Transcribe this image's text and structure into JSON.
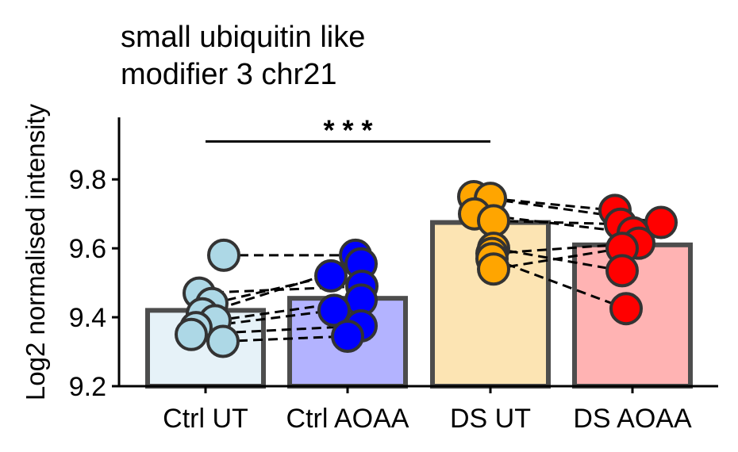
{
  "title_line1": "small ubiquitin like",
  "title_line2": "modifier 3 chr21",
  "chart_data": {
    "type": "bar",
    "title": "small ubiquitin like modifier 3 chr21",
    "xlabel": "",
    "ylabel": "Log2 normalised intensity",
    "ylim": [
      9.2,
      9.98
    ],
    "yticks": [
      9.2,
      9.4,
      9.6,
      9.8
    ],
    "ytick_labels": [
      "9.2",
      "9.4",
      "9.6",
      "9.8"
    ],
    "categories": [
      "Ctrl UT",
      "Ctrl AOAA",
      "DS UT",
      "DS AOAA"
    ],
    "values": [
      9.42,
      9.455,
      9.675,
      9.61
    ],
    "bar_fill": [
      "#e6f2f8",
      "#b3b3ff",
      "#fce4b3",
      "#ffb3b3"
    ],
    "bar_edge": "#4d4d4d",
    "point_fill": [
      "#add8e6",
      "#0000ff",
      "#ffa500",
      "#ff0000"
    ],
    "points": [
      [
        9.58,
        9.47,
        9.44,
        9.41,
        9.39,
        9.37,
        9.35,
        9.33
      ],
      [
        9.58,
        9.555,
        9.52,
        9.49,
        9.45,
        9.42,
        9.375,
        9.345
      ],
      [
        9.75,
        9.745,
        9.7,
        9.68,
        9.6,
        9.585,
        9.57,
        9.54
      ],
      [
        9.71,
        9.675,
        9.67,
        9.645,
        9.615,
        9.6,
        9.535,
        9.425
      ]
    ],
    "pairs_ctrl": [
      [
        9.58,
        9.58
      ],
      [
        9.47,
        9.49
      ],
      [
        9.44,
        9.52
      ],
      [
        9.41,
        9.555
      ],
      [
        9.39,
        9.45
      ],
      [
        9.37,
        9.42
      ],
      [
        9.35,
        9.375
      ],
      [
        9.33,
        9.345
      ]
    ],
    "pairs_ds": [
      [
        9.75,
        9.675
      ],
      [
        9.745,
        9.71
      ],
      [
        9.7,
        9.645
      ],
      [
        9.68,
        9.67
      ],
      [
        9.6,
        9.535
      ],
      [
        9.585,
        9.615
      ],
      [
        9.57,
        9.425
      ],
      [
        9.54,
        9.6
      ]
    ],
    "significance": {
      "from": "Ctrl UT",
      "to": "DS UT",
      "label": "* * *",
      "y": 9.91
    }
  }
}
